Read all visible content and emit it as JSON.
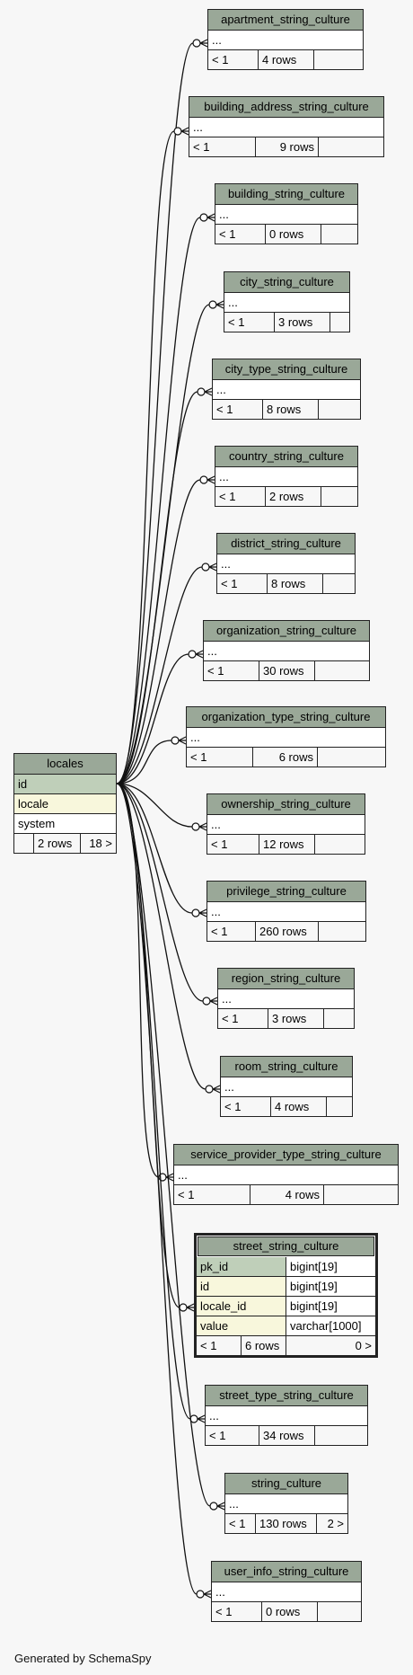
{
  "footer": "Generated by SchemaSpy",
  "ellipsis": "...",
  "parents_marker": "< 1",
  "locales": {
    "name": "locales",
    "fields": [
      "id",
      "locale",
      "system"
    ],
    "rows": "2 rows",
    "children": "18 >"
  },
  "tables": [
    {
      "name": "apartment_string_culture",
      "rows": "4 rows"
    },
    {
      "name": "building_address_string_culture",
      "rows": "9 rows"
    },
    {
      "name": "building_string_culture",
      "rows": "0 rows"
    },
    {
      "name": "city_string_culture",
      "rows": "3 rows"
    },
    {
      "name": "city_type_string_culture",
      "rows": "8 rows"
    },
    {
      "name": "country_string_culture",
      "rows": "2 rows"
    },
    {
      "name": "district_string_culture",
      "rows": "8 rows"
    },
    {
      "name": "organization_string_culture",
      "rows": "30 rows"
    },
    {
      "name": "organization_type_string_culture",
      "rows": "6 rows"
    },
    {
      "name": "ownership_string_culture",
      "rows": "12 rows"
    },
    {
      "name": "privilege_string_culture",
      "rows": "260 rows"
    },
    {
      "name": "region_string_culture",
      "rows": "3 rows"
    },
    {
      "name": "room_string_culture",
      "rows": "4 rows"
    },
    {
      "name": "service_provider_type_string_culture",
      "rows": "4 rows"
    },
    {
      "name": "street_type_string_culture",
      "rows": "34 rows"
    },
    {
      "name": "string_culture",
      "rows": "130 rows",
      "children": "2 >"
    },
    {
      "name": "user_info_string_culture",
      "rows": "0 rows"
    }
  ],
  "street": {
    "name": "street_string_culture",
    "fields": [
      {
        "name": "pk_id",
        "type": "bigint[19]"
      },
      {
        "name": "id",
        "type": "bigint[19]"
      },
      {
        "name": "locale_id",
        "type": "bigint[19]"
      },
      {
        "name": "value",
        "type": "varchar[1000]"
      }
    ],
    "rows": "6 rows",
    "children": "0 >"
  }
}
